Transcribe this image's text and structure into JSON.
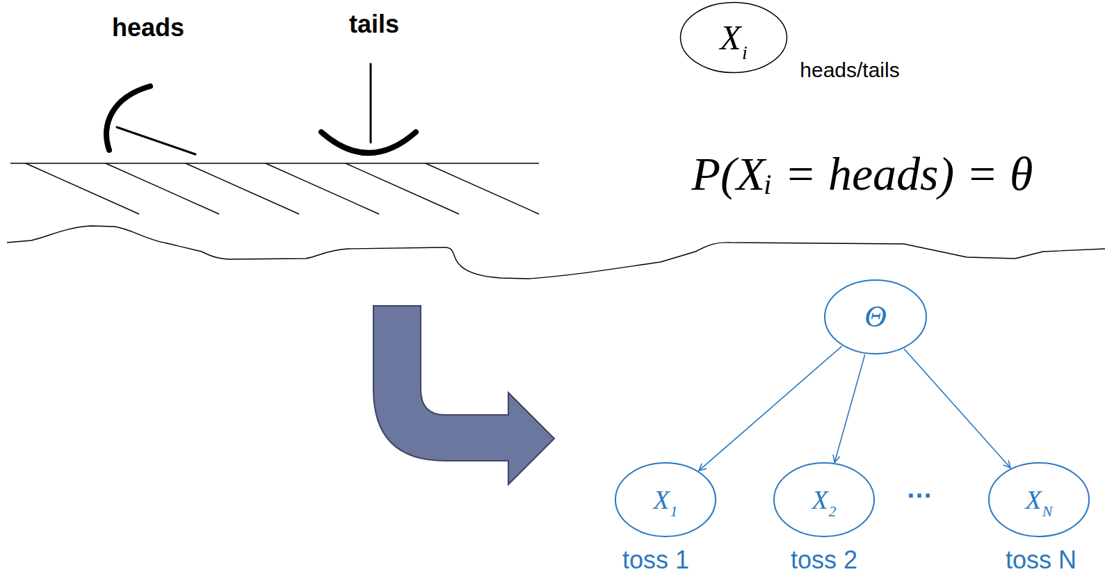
{
  "diagram": {
    "nodes": [
      {
        "text": [
          "X",
          "i"
        ]
      },
      {
        "text": [
          "Θ"
        ]
      },
      {
        "text": [
          "X",
          "1"
        ]
      },
      {
        "text": [
          "X",
          "2"
        ]
      },
      {
        "text": [
          "X",
          "N"
        ]
      }
    ],
    "edges": [
      {
        "from": 1,
        "to": 2,
        "arrow": "to"
      },
      {
        "from": 1,
        "to": 3,
        "arrow": "to"
      },
      {
        "from": 1,
        "to": 4,
        "arrow": "to"
      }
    ],
    "labels": [
      "heads",
      "tails",
      "heads/tails",
      "P(Xᵢ = heads) = θ",
      "…",
      "toss 1",
      "toss 2",
      "toss N"
    ]
  }
}
